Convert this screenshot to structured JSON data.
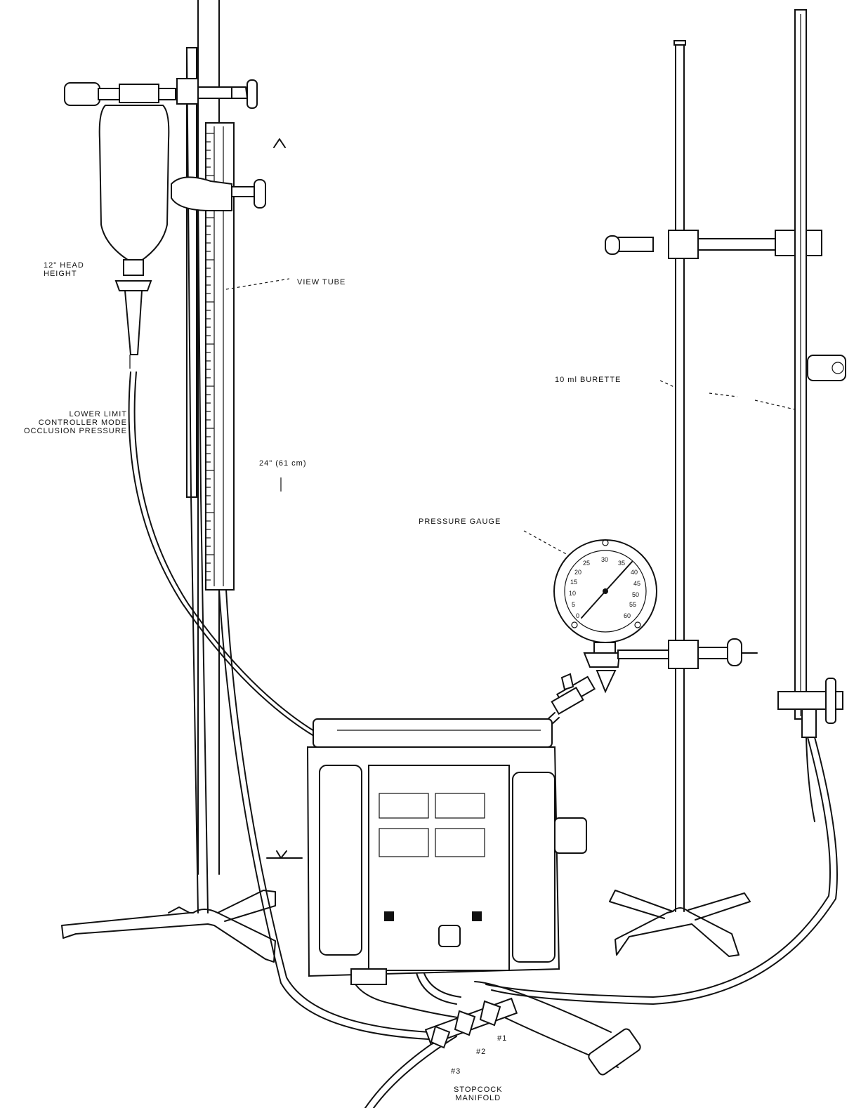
{
  "labels": {
    "head_height": "12\" HEAD\nHEIGHT",
    "view_tube": "VIEW TUBE",
    "lower_limit": "LOWER LIMIT\nCONTROLLER MODE\nOCCLUSION PRESSURE",
    "height_24": "24\" (61 cm)",
    "burette": "10 ml BURETTE",
    "pressure_gauge": "PRESSURE GAUGE",
    "stopcock_manifold": "STOPCOCK\nMANIFOLD",
    "port_1": "#1",
    "port_2": "#2",
    "port_3": "#3"
  },
  "gauge": {
    "scale_left": [
      "20",
      "15",
      "10",
      "5",
      "0"
    ],
    "scale_top": [
      "25",
      "30",
      "35"
    ],
    "scale_right": [
      "40",
      "45",
      "50",
      "55",
      "60"
    ]
  }
}
